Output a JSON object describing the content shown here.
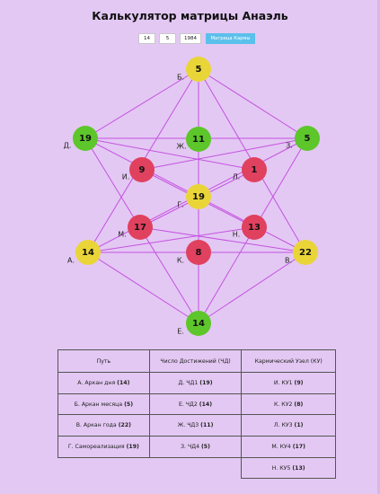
{
  "page": {
    "title": "Калькулятор матрицы Анаэль"
  },
  "form": {
    "day": "14",
    "month": "5",
    "year": "1984",
    "button_label": "Матрица Кармы"
  },
  "colors": {
    "background": "#e3c8f3",
    "line": "#c552e0",
    "yellow": "#e9d538",
    "green": "#5cc62a",
    "red": "#e0415f",
    "button": "#5bc0eb"
  },
  "nodes": {
    "a": {
      "letter": "А.",
      "value": "14",
      "color": "yellow"
    },
    "b": {
      "letter": "Б.",
      "value": "5",
      "color": "yellow"
    },
    "v": {
      "letter": "В.",
      "value": "22",
      "color": "yellow"
    },
    "g": {
      "letter": "Г.",
      "value": "19",
      "color": "yellow"
    },
    "d": {
      "letter": "Д.",
      "value": "19",
      "color": "green"
    },
    "e": {
      "letter": "Е.",
      "value": "14",
      "color": "green"
    },
    "zh": {
      "letter": "Ж.",
      "value": "11",
      "color": "green"
    },
    "z": {
      "letter": "З.",
      "value": "5",
      "color": "green"
    },
    "i": {
      "letter": "И.",
      "value": "9",
      "color": "red"
    },
    "k": {
      "letter": "К.",
      "value": "8",
      "color": "red"
    },
    "l": {
      "letter": "Л.",
      "value": "1",
      "color": "red"
    },
    "m": {
      "letter": "М.",
      "value": "17",
      "color": "red"
    },
    "n": {
      "letter": "Н.",
      "value": "13",
      "color": "red"
    }
  },
  "table": {
    "headers": [
      "Путь",
      "Число Достижений (ЧД)",
      "Кармический Узел (КУ)"
    ],
    "rows": [
      [
        {
          "label": "А. Аркан дня",
          "value": "(14)"
        },
        {
          "label": "Д. ЧД1",
          "value": "(19)"
        },
        {
          "label": "И. КУ1",
          "value": "(9)"
        }
      ],
      [
        {
          "label": "Б. Аркан месяца",
          "value": "(5)"
        },
        {
          "label": "Е. ЧД2",
          "value": "(14)"
        },
        {
          "label": "К. КУ2",
          "value": "(8)"
        }
      ],
      [
        {
          "label": "В. Аркан года",
          "value": "(22)"
        },
        {
          "label": "Ж. ЧД3",
          "value": "(11)"
        },
        {
          "label": "Л. КУ3",
          "value": "(1)"
        }
      ],
      [
        {
          "label": "Г. Самореализация",
          "value": "(19)"
        },
        {
          "label": "З. ЧД4",
          "value": "(5)"
        },
        {
          "label": "М. КУ4",
          "value": "(17)"
        }
      ],
      [
        null,
        null,
        {
          "label": "Н. КУ5",
          "value": "(13)"
        }
      ]
    ]
  }
}
